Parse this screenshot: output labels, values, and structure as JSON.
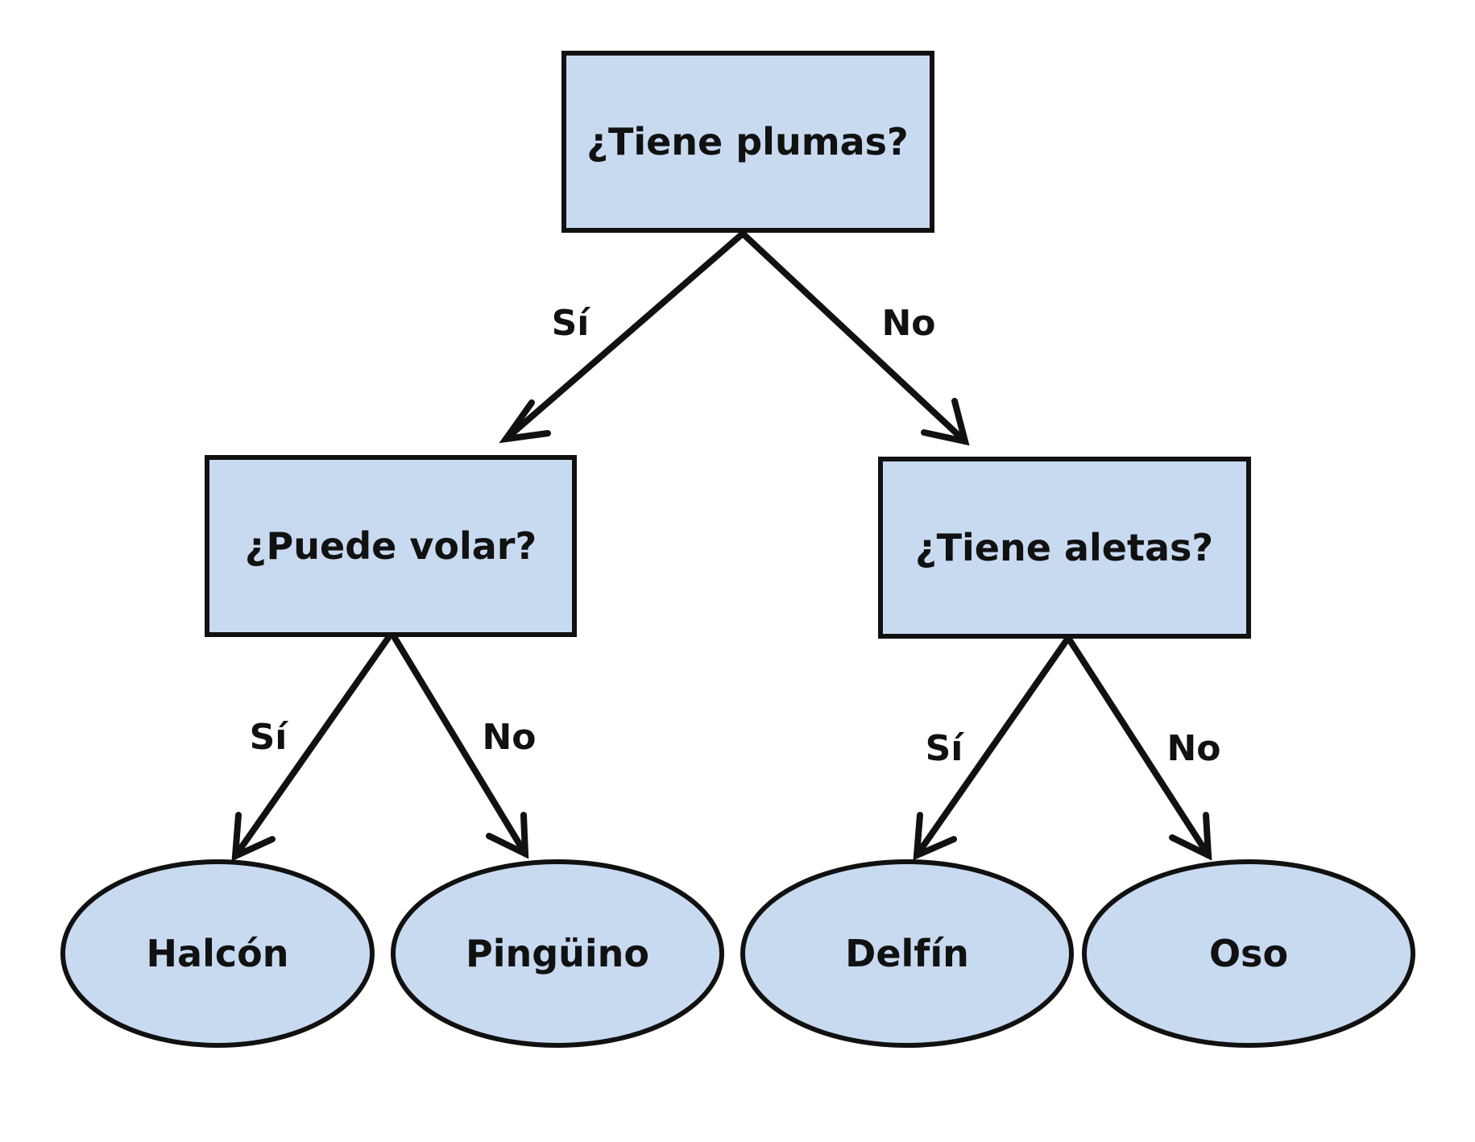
{
  "colors": {
    "node_fill": "#c8daf0",
    "stroke": "#111111",
    "background": "#ffffff"
  },
  "nodes": {
    "root": "¿Tiene plumas?",
    "fly": "¿Puede volar?",
    "fins": "¿Tiene aletas?",
    "hawk": "Halcón",
    "penguin": "Pingüino",
    "dolphin": "Delfín",
    "bear": "Oso"
  },
  "edges": {
    "root_fly": "Sí",
    "root_fins": "No",
    "fly_hawk": "Sí",
    "fly_penguin": "No",
    "fins_dolphin": "Sí",
    "fins_bear": "No"
  }
}
